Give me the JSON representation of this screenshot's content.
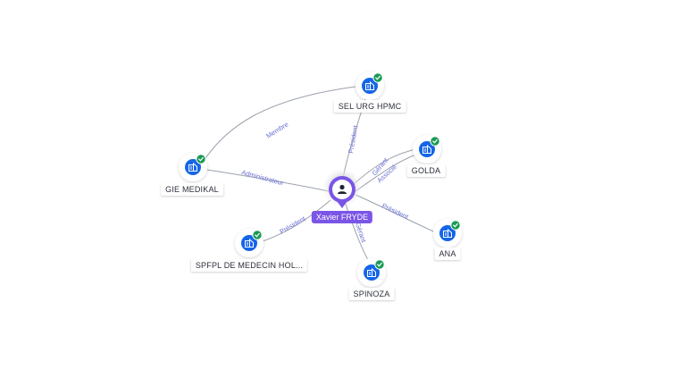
{
  "center": {
    "name": "Xavier FRYDE",
    "icon": "person-icon"
  },
  "companies": [
    {
      "id": "sel-urg-hpmc",
      "name": "SEL URG HPMC",
      "icon": "building-icon",
      "verified_icon": "check-badge-icon"
    },
    {
      "id": "golda",
      "name": "GOLDA",
      "icon": "building-icon",
      "verified_icon": "check-badge-icon"
    },
    {
      "id": "gie-medikal",
      "name": "GIE MEDIKAL",
      "icon": "building-icon",
      "verified_icon": "check-badge-icon"
    },
    {
      "id": "ana",
      "name": "ANA",
      "icon": "building-icon",
      "verified_icon": "check-badge-icon"
    },
    {
      "id": "spfpl",
      "name": "SPFPL DE MEDECIN HOL...",
      "icon": "building-icon",
      "verified_icon": "check-badge-icon"
    },
    {
      "id": "spinoza",
      "name": "SPINOZA",
      "icon": "building-icon",
      "verified_icon": "check-badge-icon"
    }
  ],
  "relations": [
    {
      "id": "r-membre",
      "label": "Membre"
    },
    {
      "id": "r-president-sel",
      "label": "Président"
    },
    {
      "id": "r-gerant-golda",
      "label": "Gérant"
    },
    {
      "id": "r-associe-golda",
      "label": "Associé"
    },
    {
      "id": "r-administrateur",
      "label": "Administrateur"
    },
    {
      "id": "r-president-ana",
      "label": "Président"
    },
    {
      "id": "r-president-spfpl",
      "label": "Président"
    },
    {
      "id": "r-gerant-spinoza",
      "label": "Gérant"
    }
  ],
  "colors": {
    "accent": "#7b55e6",
    "node_blue": "#1565e8",
    "badge_green": "#1a9b55",
    "edge": "#9aa0ad",
    "edge_label": "#6a6fd1"
  }
}
